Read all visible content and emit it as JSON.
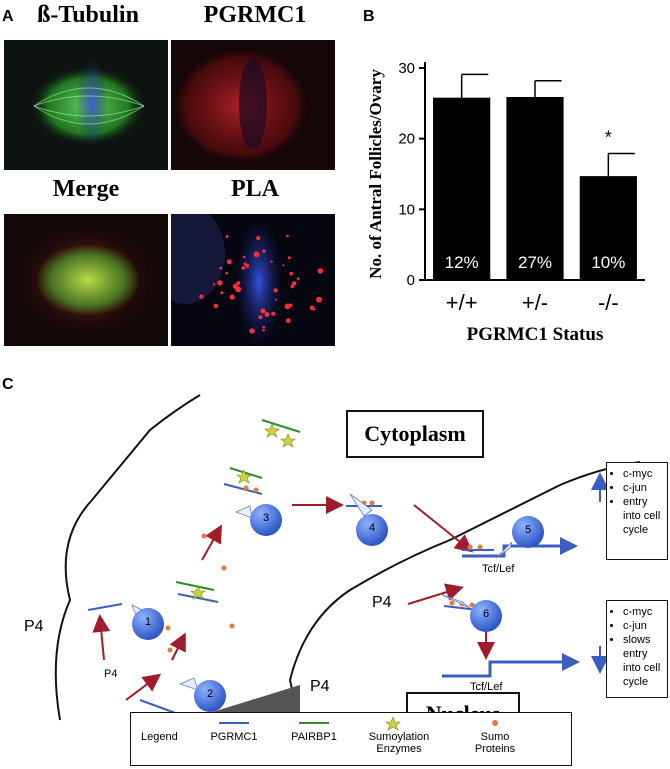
{
  "panel_a": {
    "letter": "A",
    "titles": {
      "tubulin": "ß-Tubulin",
      "pgrmc1": "PGRMC1",
      "merge": "Merge",
      "pla": "PLA"
    }
  },
  "panel_b": {
    "letter": "B"
  },
  "panel_c": {
    "letter": "C",
    "cytoplasm": "Cytoplasm",
    "nucleus": "Nucleus",
    "p4": "P4",
    "tcf_lef": "Tcf/Lef",
    "steps": [
      "1",
      "2",
      "3",
      "4",
      "5",
      "6"
    ],
    "box_top": [
      "c-myc",
      "c-jun",
      "entry into cell cycle"
    ],
    "box_bottom": [
      "c-myc",
      "c-jun",
      "slows entry into cell cycle"
    ],
    "legend": {
      "title": "Legend",
      "items": [
        "PGRMC1",
        "PAIRBP1",
        "Sumoylation Enzymes",
        "Sumo Proteins"
      ]
    }
  },
  "colors": {
    "pgrmc1": "#3a5fbf",
    "pairbp1": "#2e8b2e",
    "arrow": "#a01c2a",
    "bubble": "#3f6fd6",
    "sumo": "#e8773a"
  },
  "chart_data": {
    "type": "bar",
    "categories": [
      "+/+",
      "+/-",
      "-/-"
    ],
    "values": [
      25.8,
      25.9,
      14.7
    ],
    "errors": [
      3.3,
      2.3,
      3.2
    ],
    "bar_labels": [
      "12%",
      "27%",
      "10%"
    ],
    "significance": [
      "",
      "",
      "*"
    ],
    "ylabel": "No. of Antral Follicles/Ovary",
    "xlabel": "PGRMC1 Status",
    "ylim": [
      0,
      30
    ],
    "yticks": [
      0,
      10,
      20,
      30
    ],
    "grid": false,
    "bar_color": "#000000"
  }
}
